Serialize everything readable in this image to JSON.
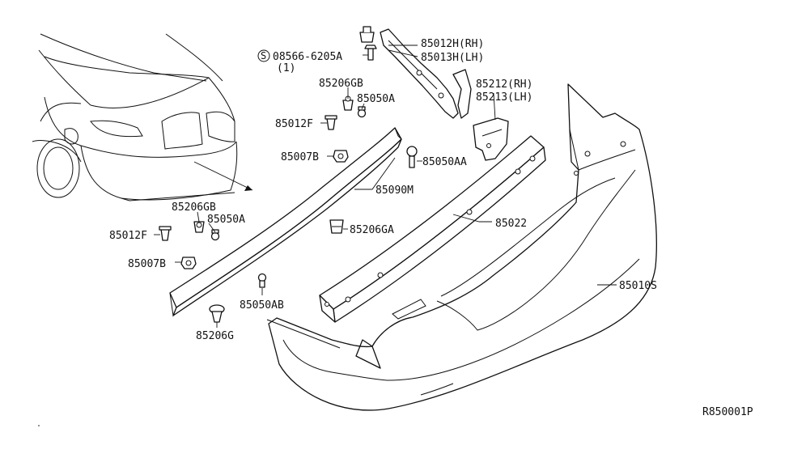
{
  "diagram": {
    "figure_code": "R850001P",
    "labels": {
      "p_08566": "08566-6205A",
      "p_08566_qty": "(1)",
      "p_85012H": "85012H(RH)",
      "p_85013H": "85013H(LH)",
      "p_85212": "85212(RH)",
      "p_85213": "85213(LH)",
      "p_85206GB_top": "85206GB",
      "p_85050A_top": "85050A",
      "p_85012F_top": "85012F",
      "p_85007B_top": "85007B",
      "p_85050AA": "85050AA",
      "p_85090M": "85090M",
      "p_85206GB_left": "85206GB",
      "p_85050A_left": "85050A",
      "p_85012F_left": "85012F",
      "p_85206GA": "85206GA",
      "p_85022": "85022",
      "p_85007B_left": "85007B",
      "p_85050AB": "85050AB",
      "p_85010S": "85010S",
      "p_85206G": "85206G",
      "screw_symbol": "S"
    }
  }
}
